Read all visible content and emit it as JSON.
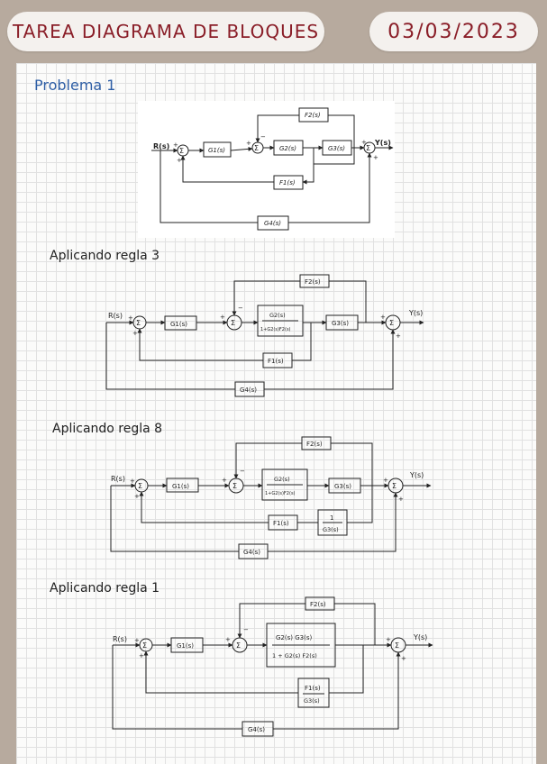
{
  "header": {
    "title": "TAREA DIAGRAMA DE BLOQUES",
    "date": "03/03/2023"
  },
  "colors": {
    "title_text": "#8a1e28",
    "problem_heading": "#2f5fa6",
    "ink": "#222222",
    "background": "#b7aa9e",
    "grid": "#e1e1e1"
  },
  "problem": {
    "heading": "Problema 1",
    "diagram": {
      "input": "R(s)",
      "output": "Y(s)",
      "blocks": {
        "g1": "G1(s)",
        "g2": "G2(s)",
        "g3": "G3(s)",
        "g4": "G4(s)",
        "f1": "F1(s)",
        "f2": "F2(s)"
      },
      "sum_symbol": "Σ",
      "signs": {
        "plus": "+",
        "minus": "−"
      }
    }
  },
  "steps": [
    {
      "heading": "Aplicando regla 3",
      "input": "R(s)",
      "output": "Y(s)",
      "blocks": {
        "g1": "G1(s)",
        "loop_num": "G2(s)",
        "loop_den": "1+G2(s)F2(s)",
        "g3": "G3(s)",
        "g4": "G4(s)",
        "f1": "F1(s)",
        "f2": "F2(s)"
      }
    },
    {
      "heading": "Aplicando regla 8",
      "input": "R(s)",
      "output": "Y(s)",
      "blocks": {
        "g1": "G1(s)",
        "loop_num": "G2(s)",
        "loop_den": "1+G2(s)F2(s)",
        "g3": "G3(s)",
        "g4": "G4(s)",
        "f1": "F1(s)",
        "f2": "F2(s)",
        "inv_num": "1",
        "inv_den": "G3(s)"
      }
    },
    {
      "heading": "Aplicando regla 1",
      "input": "R(s)",
      "output": "Y(s)",
      "blocks": {
        "g1": "G1(s)",
        "prod_num": "G2(s) G3(s)",
        "prod_den": "1 + G2(s) F2(s)",
        "f2": "F2(s)",
        "fb_num": "F1(s)",
        "fb_den": "G3(s)",
        "g4": "G4(s)"
      }
    }
  ]
}
